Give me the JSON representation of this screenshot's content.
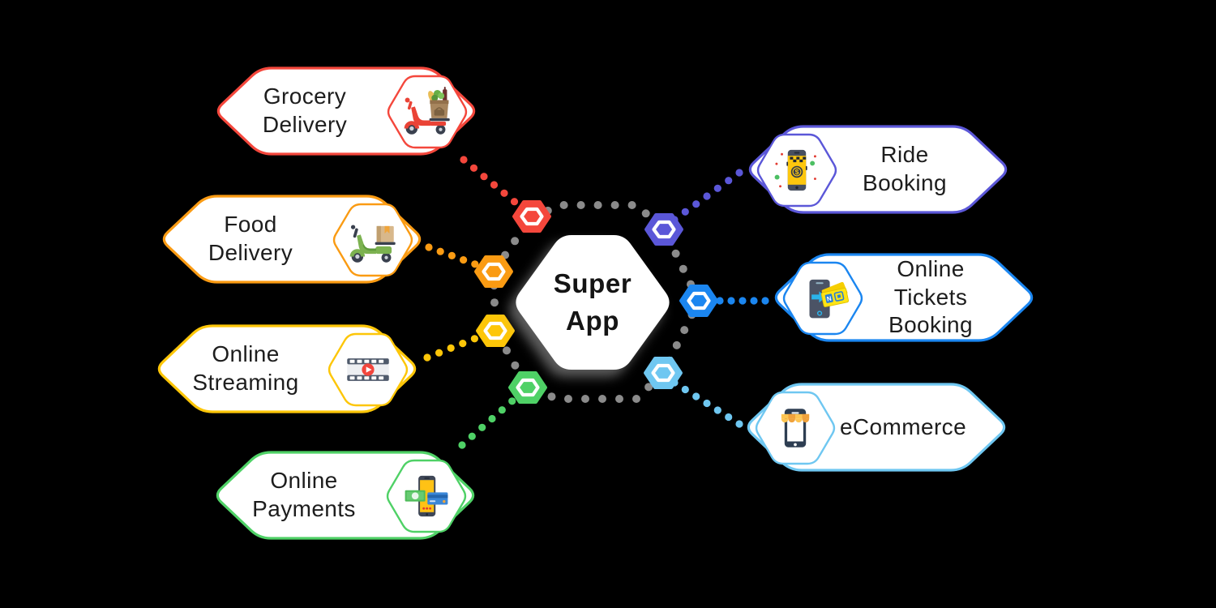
{
  "diagram": {
    "background_color": "#000000",
    "center": {
      "label": "Super\nApp"
    },
    "ring": {
      "dot_color": "#8b8b8b"
    },
    "icon_glyphs": {
      "dollar": "$",
      "ticket_letter": "N"
    },
    "cards": [
      {
        "id": "grocery-delivery",
        "label": "Grocery\nDelivery",
        "color": "#f4473c",
        "icon": "grocery-delivery-scooter-icon",
        "side": "left"
      },
      {
        "id": "food-delivery",
        "label": "Food\nDelivery",
        "color": "#fa9b13",
        "icon": "food-delivery-scooter-icon",
        "side": "left"
      },
      {
        "id": "online-streaming",
        "label": "Online\nStreaming",
        "color": "#fdc608",
        "icon": "film-strip-play-icon",
        "side": "left"
      },
      {
        "id": "online-payments",
        "label": "Online\nPayments",
        "color": "#4fd166",
        "icon": "mobile-payment-icon",
        "side": "left"
      },
      {
        "id": "ride-booking",
        "label": "Ride\nBooking",
        "color": "#5b57d8",
        "icon": "taxi-booking-phone-icon",
        "side": "right"
      },
      {
        "id": "online-tickets-booking",
        "label": "Online\nTickets\nBooking",
        "color": "#1b86f0",
        "icon": "phone-tickets-icon",
        "side": "right"
      },
      {
        "id": "ecommerce",
        "label": "eCommerce",
        "color": "#6fc7f1",
        "icon": "mobile-storefront-icon",
        "side": "right"
      }
    ]
  }
}
